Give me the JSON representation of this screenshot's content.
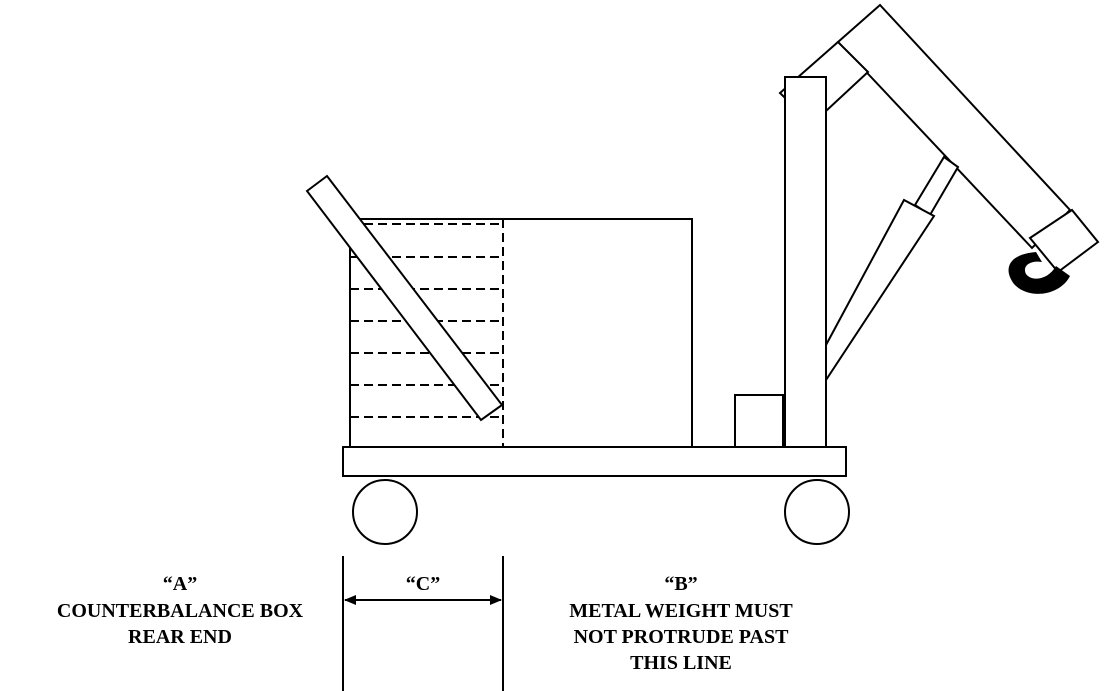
{
  "labels": {
    "a_title": "“A”",
    "a_line1": "COUNTERBALANCE BOX",
    "a_line2": "REAR END",
    "c_title": "“C”",
    "b_title": "“B”",
    "b_line1": "METAL WEIGHT MUST",
    "b_line2": "NOT PROTRUDE PAST",
    "b_line3": "THIS LINE"
  }
}
